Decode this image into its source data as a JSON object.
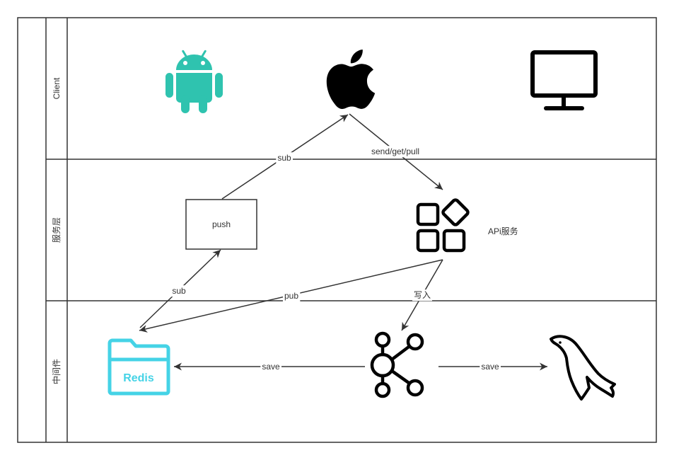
{
  "diagram": {
    "lanes": [
      {
        "label": "Client"
      },
      {
        "label": "服务层"
      },
      {
        "label": "中间件"
      }
    ],
    "nodes": {
      "android": {
        "icon": "android-icon"
      },
      "apple": {
        "icon": "apple-icon"
      },
      "monitor": {
        "icon": "monitor-icon"
      },
      "push": {
        "label": "push"
      },
      "api": {
        "icon": "api-service-icon",
        "label": "APi服务"
      },
      "redis": {
        "icon": "redis-folder-icon",
        "label": "Redis"
      },
      "kafka": {
        "icon": "kafka-icon"
      },
      "mysql": {
        "icon": "mysql-dolphin-icon"
      }
    },
    "edges": [
      {
        "label": "sub"
      },
      {
        "label": "send/get/pull"
      },
      {
        "label": "sub"
      },
      {
        "label": "pub"
      },
      {
        "label": "写入"
      },
      {
        "label": "save"
      },
      {
        "label": "save"
      }
    ]
  },
  "colors": {
    "line": "#333333",
    "android": "#2FC3AF",
    "redis": "#45D3E6",
    "icon": "#000000"
  }
}
